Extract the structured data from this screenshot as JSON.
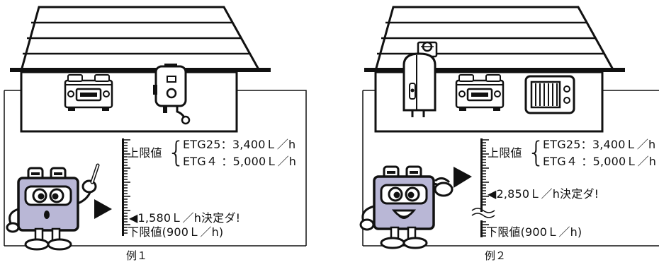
{
  "example1": {
    "caption": "例１",
    "upper_label": "上限値",
    "upper_rows": [
      "ETG25：3,400Ｌ／h",
      "ETG４ ：5,000Ｌ／h"
    ],
    "decision": "◀1,580Ｌ／h決定ダ!",
    "lower": "下限値(900Ｌ／h)"
  },
  "example2": {
    "caption": "例２",
    "upper_label": "上限値",
    "upper_rows": [
      "ETG25：3,400Ｌ／h",
      "ETG４ ：5,000Ｌ／h"
    ],
    "decision": "◀2,850Ｌ／h決定ダ!",
    "lower": "下限値(900Ｌ／h)"
  }
}
